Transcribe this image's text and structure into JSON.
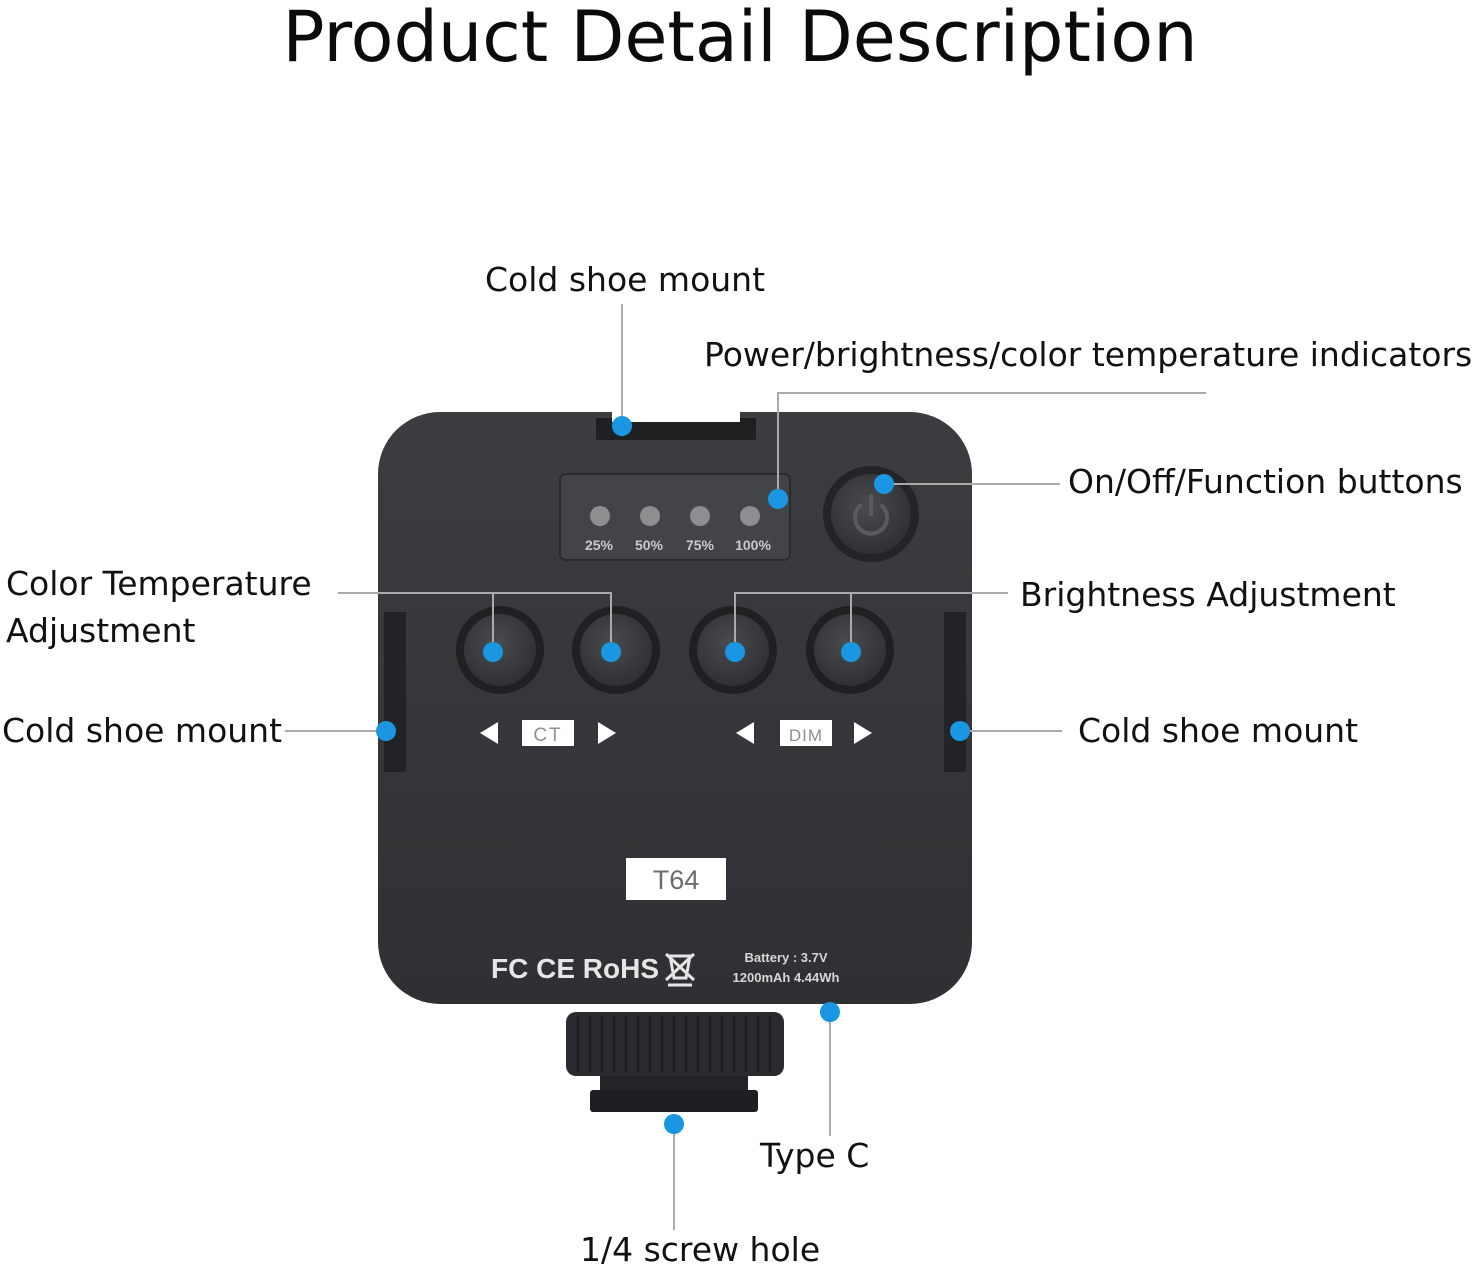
{
  "title": "Product Detail Description",
  "labels": {
    "cold_shoe_top": "Cold shoe mount",
    "indicators": "Power/brightness/color temperature indicators",
    "onoff": "On/Off/Function buttons",
    "color_temp_line1": "Color Temperature",
    "color_temp_line2": "Adjustment",
    "brightness": "Brightness Adjustment",
    "cold_shoe_left": "Cold shoe mount",
    "cold_shoe_right": "Cold shoe mount",
    "type_c": "Type C",
    "screw_hole": "1/4 screw hole"
  },
  "device": {
    "indicator_levels": [
      "25%",
      "50%",
      "75%",
      "100%"
    ],
    "ct_label": "CT",
    "dim_label": "DIM",
    "model": "T64",
    "certifications": "FC CE RoHS",
    "battery_line1": "Battery : 3.7V",
    "battery_line2": "1200mAh 4.44Wh"
  },
  "colors": {
    "marker": "#1a96e2",
    "device_body": "#37383b",
    "leader_line": "#aaaaaa"
  }
}
